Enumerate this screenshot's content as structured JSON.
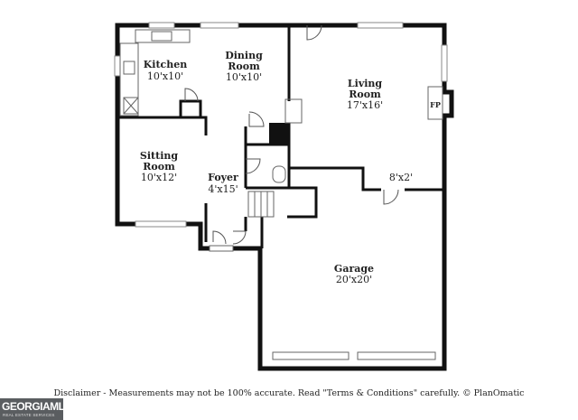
{
  "floorplan": {
    "rooms": [
      {
        "id": "kitchen",
        "name": "Kitchen",
        "dims": "10'x10'"
      },
      {
        "id": "dining",
        "name_line1": "Dining",
        "name_line2": "Room",
        "dims": "10'x10'"
      },
      {
        "id": "living",
        "name_line1": "Living",
        "name_line2": "Room",
        "dims": "17'x16'"
      },
      {
        "id": "sitting",
        "name_line1": "Sitting",
        "name_line2": "Room",
        "dims": "10'x12'"
      },
      {
        "id": "foyer",
        "name": "Foyer",
        "dims": "4'x15'"
      },
      {
        "id": "hall",
        "dims": "8'x2'"
      },
      {
        "id": "garage",
        "name": "Garage",
        "dims": "20'x20'"
      }
    ],
    "fireplace_label": "FP"
  },
  "disclaimer": "Disclaimer - Measurements may not be 100% accurate. Read \"Terms & Conditions\" carefully. © PlanOmatic",
  "logo": {
    "text": "GEORGIAMLS",
    "subtext": "REAL ESTATE SERVICES"
  }
}
